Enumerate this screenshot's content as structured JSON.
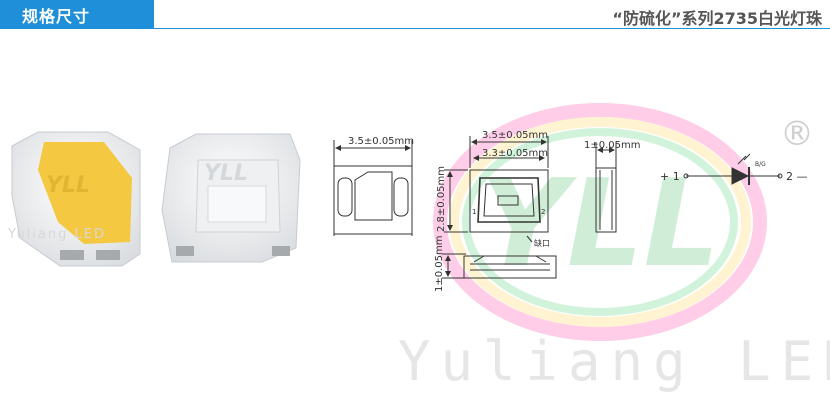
{
  "header": {
    "title": "规格尺寸",
    "product": "“防硫化”系列2735白光灯珠"
  },
  "watermark": {
    "brand_text": "Yuliang LED",
    "logo_text": "YLL",
    "registered": "®"
  },
  "drawings": {
    "top_view_width": "3.5±0.05mm",
    "front_width_outer": "3.5±0.05mm",
    "front_width_inner": "3.3±0.05mm",
    "front_height": "2.8±0.05mm",
    "side_thickness": "1±0.05mm",
    "bottom_thickness": "1±0.05mm",
    "left_marker": "1",
    "right_marker": "2",
    "notch_label": "缺口"
  },
  "schematic": {
    "plus_label": "+ 1",
    "minus_label": "2 —",
    "chip_label": "B/G"
  },
  "colors": {
    "accent": "#1e8fd8",
    "phosphor": "#f5c842",
    "line": "#333333"
  }
}
